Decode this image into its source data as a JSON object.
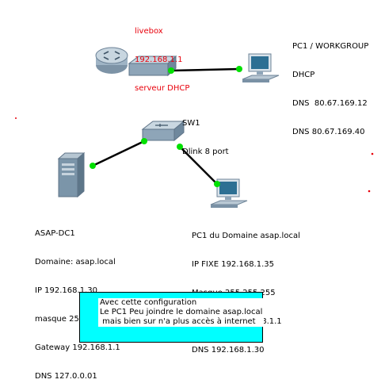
{
  "livebox": {
    "lines": [
      "livebox",
      "192.168.1.1",
      "serveur DHCP"
    ]
  },
  "pc1_workgroup": {
    "lines": [
      "PC1 / WORKGROUP",
      "DHCP",
      "DNS  80.67.169.12",
      "DNS 80.67.169.40"
    ]
  },
  "switch": {
    "lines": [
      "SW1",
      "Dlink 8 port"
    ]
  },
  "server": {
    "lines": [
      "ASAP-DC1",
      "Domaine: asap.local",
      "IP 192.168.1.30",
      "masque 255.255.255",
      "Gateway 192.168.1.1",
      "DNS 127.0.0.01"
    ]
  },
  "pc1_domain": {
    "lines": [
      "PC1 du Domaine asap.local",
      "IP FIXE 192.168.1.35",
      "Masque 255.255.255",
      "Passerelle 192.168.1.1",
      "DNS 192.168.1.30"
    ]
  },
  "note": {
    "lines": [
      "Avec cette configuration",
      "Le PC1 Peu joindre le domaine asap.local",
      " mais bien sur n'a plus accès à internet"
    ]
  },
  "colors": {
    "link": "#000000",
    "link_endpoint": "#00e000",
    "red_text": "#e8000b",
    "note_fill": "#00ffff"
  }
}
